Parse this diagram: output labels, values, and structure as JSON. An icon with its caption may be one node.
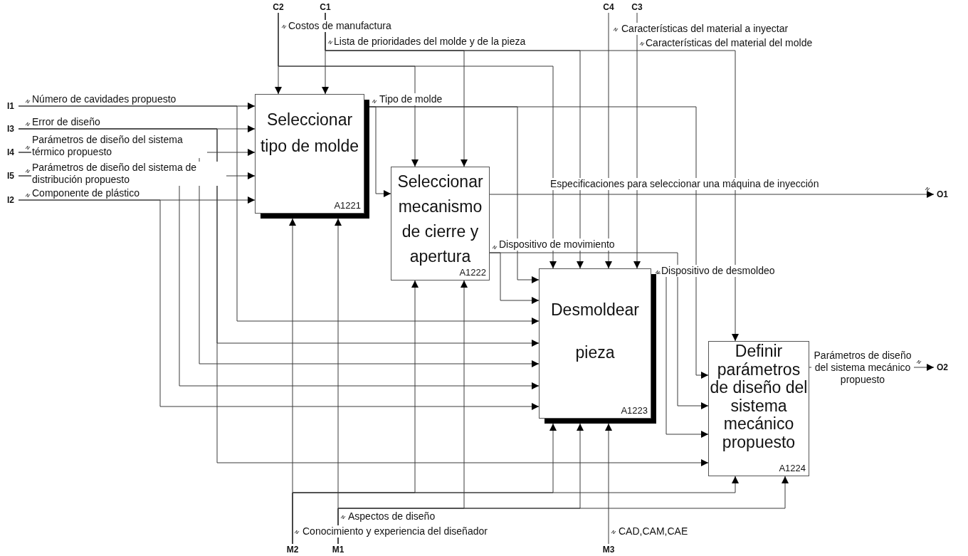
{
  "diagram": {
    "nodes": [
      {
        "text": [
          "Seleccionar tipo de molde",
          "A1221"
        ]
      },
      {
        "text": [
          "Seleccionar mecanismo de cierre y apertura",
          "A1222"
        ]
      },
      {
        "text": [
          "Desmoldear pieza",
          "A1223"
        ]
      },
      {
        "text": [
          "Definir parámetros de diseño del sistema mecánico propuesto",
          "A1224"
        ]
      },
      {
        "text": [
          "I1"
        ]
      },
      {
        "text": [
          "I3"
        ]
      },
      {
        "text": [
          "I4"
        ]
      },
      {
        "text": [
          "I5"
        ]
      },
      {
        "text": [
          "I2"
        ]
      },
      {
        "text": [
          "C2"
        ]
      },
      {
        "text": [
          "C1"
        ]
      },
      {
        "text": [
          "C4"
        ]
      },
      {
        "text": [
          "C3"
        ]
      },
      {
        "text": [
          "M2"
        ]
      },
      {
        "text": [
          "M1"
        ]
      },
      {
        "text": [
          "M3"
        ]
      },
      {
        "text": [
          "O1"
        ]
      },
      {
        "text": [
          "O2"
        ]
      }
    ],
    "edges": [
      {
        "from": 4,
        "to": 0,
        "arrow": "to",
        "label": "Número de cavidades propuesto"
      },
      {
        "from": 4,
        "to": 2,
        "arrow": "to"
      },
      {
        "from": 5,
        "to": 0,
        "arrow": "to",
        "label": "Error de diseño"
      },
      {
        "from": 5,
        "to": 2,
        "arrow": "to"
      },
      {
        "from": 5,
        "to": 3,
        "arrow": "to"
      },
      {
        "from": 6,
        "to": 0,
        "arrow": "to",
        "label": "Parámetros de diseño del sistema térmico propuesto"
      },
      {
        "from": 6,
        "to": 2,
        "arrow": "to"
      },
      {
        "from": 7,
        "to": 0,
        "arrow": "to",
        "label": "Parámetros de diseño del sistema de distribución propuesto"
      },
      {
        "from": 7,
        "to": 2,
        "arrow": "to"
      },
      {
        "from": 8,
        "to": 0,
        "arrow": "to",
        "label": "Componente de plástico"
      },
      {
        "from": 8,
        "to": 2,
        "arrow": "to"
      },
      {
        "from": 9,
        "to": 0,
        "arrow": "to",
        "label": "Costos de manufactura"
      },
      {
        "from": 9,
        "to": 1,
        "arrow": "to"
      },
      {
        "from": 9,
        "to": 2,
        "arrow": "to"
      },
      {
        "from": 10,
        "to": 0,
        "arrow": "to",
        "label": "Lista de prioridades del molde y de la pieza"
      },
      {
        "from": 10,
        "to": 1,
        "arrow": "to"
      },
      {
        "from": 10,
        "to": 2,
        "arrow": "to"
      },
      {
        "from": 10,
        "to": 3,
        "arrow": "to"
      },
      {
        "from": 11,
        "to": 2,
        "arrow": "to",
        "label": "Características del material a inyectar"
      },
      {
        "from": 12,
        "to": 2,
        "arrow": "to",
        "label": "Características del material del molde"
      },
      {
        "from": 0,
        "to": 1,
        "arrow": "to",
        "label": "Tipo de molde"
      },
      {
        "from": 0,
        "to": 2,
        "arrow": "to"
      },
      {
        "from": 0,
        "to": 3,
        "arrow": "to"
      },
      {
        "from": 1,
        "to": 16,
        "arrow": "to",
        "label": "Especificaciones para seleccionar una máquina de inyección"
      },
      {
        "from": 1,
        "to": 2,
        "arrow": "to",
        "label": "Dispositivo de movimiento"
      },
      {
        "from": 1,
        "to": 3,
        "arrow": "to"
      },
      {
        "from": 2,
        "to": 3,
        "arrow": "to",
        "label": "Dispositivo de desmoldeo"
      },
      {
        "from": 3,
        "to": 17,
        "arrow": "to",
        "label": "Parámetros de diseño del sistema mecánico propuesto"
      },
      {
        "from": 13,
        "to": 0,
        "arrow": "to",
        "label": "Conocimiento y experiencia del diseñador"
      },
      {
        "from": 13,
        "to": 1,
        "arrow": "to"
      },
      {
        "from": 13,
        "to": 2,
        "arrow": "to"
      },
      {
        "from": 13,
        "to": 3,
        "arrow": "to"
      },
      {
        "from": 14,
        "to": 0,
        "arrow": "to",
        "label": "Aspectos de diseño"
      },
      {
        "from": 14,
        "to": 1,
        "arrow": "to"
      },
      {
        "from": 14,
        "to": 2,
        "arrow": "to"
      },
      {
        "from": 14,
        "to": 3,
        "arrow": "to"
      },
      {
        "from": 15,
        "to": 2,
        "arrow": "to",
        "label": "CAD,CAM,CAE"
      }
    ]
  }
}
